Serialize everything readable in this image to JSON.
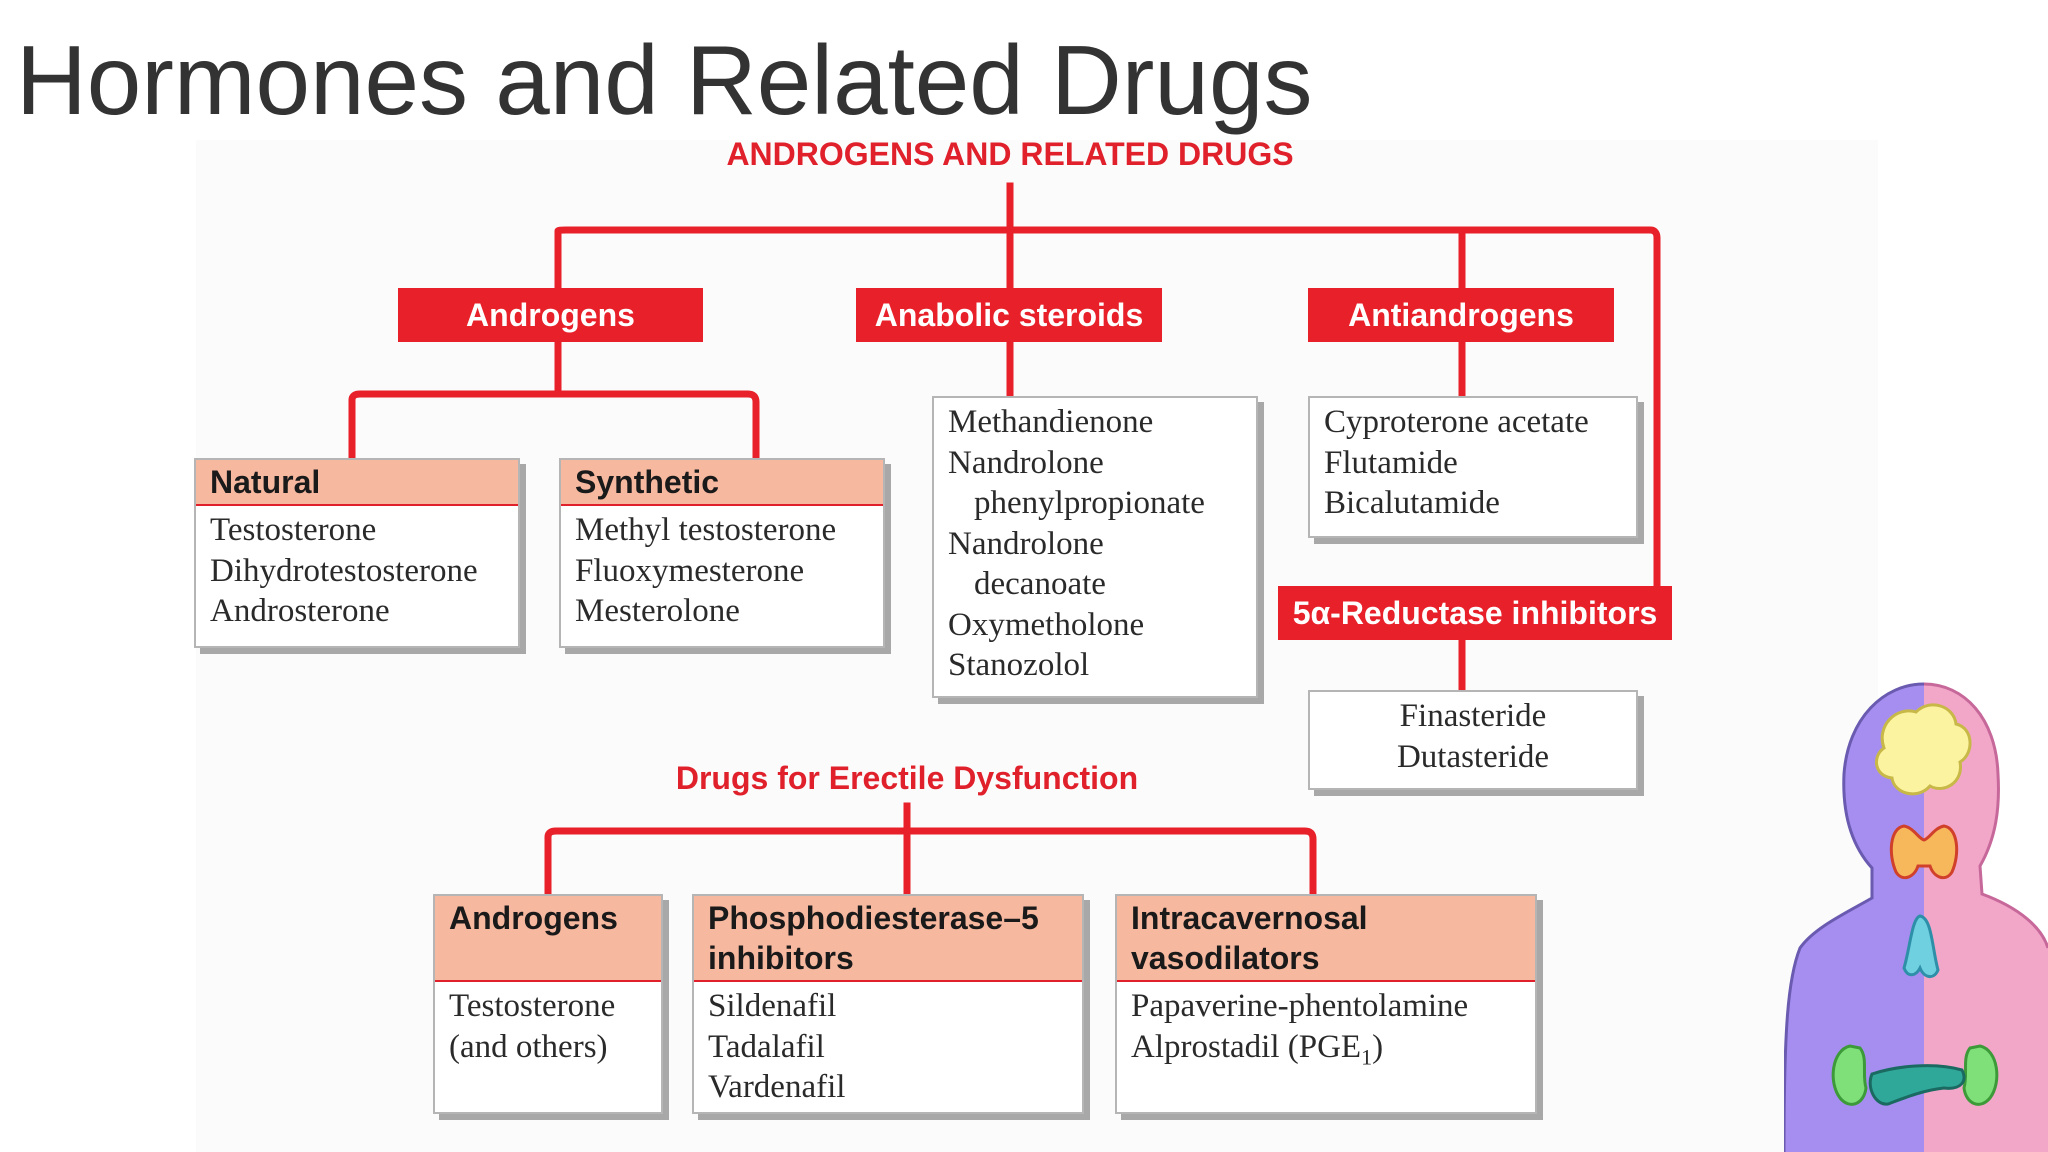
{
  "slide": {
    "title": "Hormones and Related Drugs"
  },
  "diagram": {
    "main_heading": "ANDROGENS AND RELATED DRUGS",
    "androgens": {
      "label": "Androgens",
      "natural": {
        "title": "Natural",
        "items": [
          "Testosterone",
          "Dihydrotestosterone",
          "Androsterone"
        ]
      },
      "synthetic": {
        "title": "Synthetic",
        "items": [
          "Methyl testosterone",
          "Fluoxymesterone",
          "Mesterolone"
        ]
      }
    },
    "anabolic": {
      "label": "Anabolic steroids",
      "items": [
        "Methandienone",
        "Nandrolone",
        "phenylpropionate",
        "Nandrolone",
        "decanoate",
        "Oxymetholone",
        "Stanozolol"
      ]
    },
    "antiandrogens": {
      "label": "Antiandrogens",
      "items": [
        "Cyproterone acetate",
        "Flutamide",
        "Bicalutamide"
      ]
    },
    "reductase": {
      "label": "5α-Reductase inhibitors",
      "items": [
        "Finasteride",
        "Dutasteride"
      ]
    },
    "ed": {
      "heading": "Drugs for Erectile Dysfunction",
      "androgens": {
        "title": "Androgens",
        "items": [
          "Testosterone",
          "(and others)"
        ]
      },
      "pde5": {
        "title_line1": "Phosphodiesterase–5",
        "title_line2": "inhibitors",
        "items": [
          "Sildenafil",
          "Tadalafil",
          "Vardenafil"
        ]
      },
      "intracavernosal": {
        "title_line1": "Intracavernosal",
        "title_line2": "vasodilators",
        "item1": "Papaverine-phentolamine",
        "item2_main": "Alprostadil (PGE",
        "item2_sub": "1",
        "item2_end": ")"
      }
    }
  },
  "colors": {
    "red": "#e8202a",
    "salmon": "#f7b8a0",
    "title_gray": "#333333"
  },
  "icons": [
    "endocrine-body-illustration"
  ]
}
